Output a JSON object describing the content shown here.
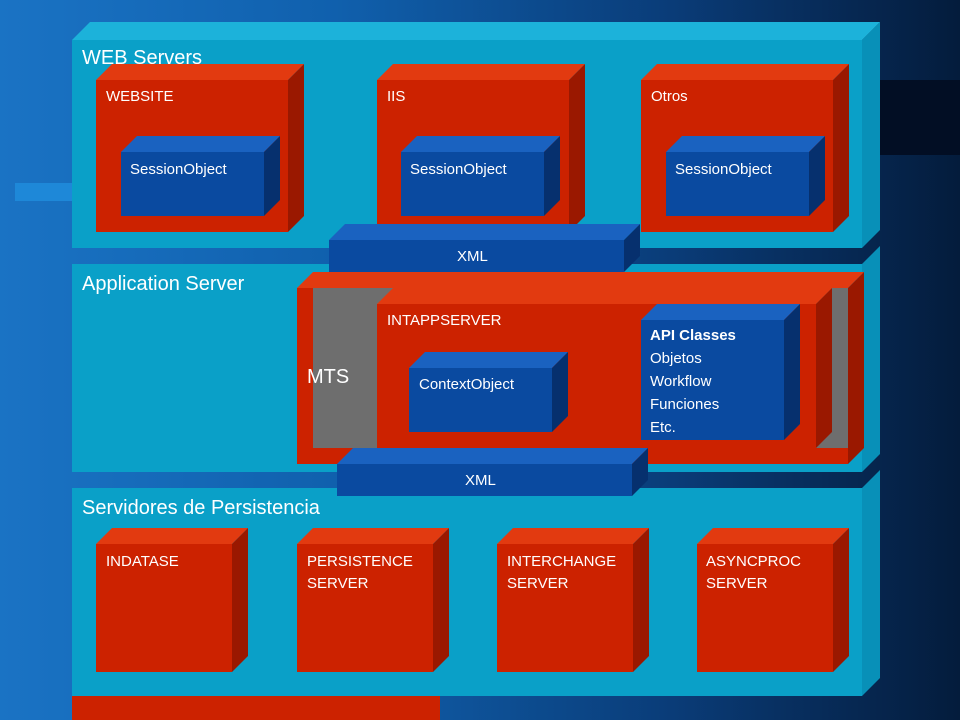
{
  "layers": {
    "web": {
      "title": "WEB Servers",
      "servers": [
        {
          "name": "WEBSITE",
          "session": "SessionObject"
        },
        {
          "name": "IIS",
          "session": "SessionObject"
        },
        {
          "name": "Otros",
          "session": "SessionObject"
        }
      ]
    },
    "xml_top": "XML",
    "app": {
      "title": "Application Server",
      "mts": "MTS",
      "intappserver": "INTAPPSERVER",
      "context": "ContextObject",
      "api": {
        "heading": "API Classes",
        "items": [
          "Objetos",
          "Workflow",
          "Funciones",
          "Etc."
        ]
      }
    },
    "xml_bottom": "XML",
    "persistence": {
      "title": "Servidores de Persistencia",
      "servers": [
        {
          "line1": "INDATASE",
          "line2": ""
        },
        {
          "line1": "PERSISTENCE",
          "line2": "SERVER"
        },
        {
          "line1": "INTERCHANGE",
          "line2": "SERVER"
        },
        {
          "line1": "ASYNCPROC",
          "line2": "SERVER"
        }
      ]
    }
  },
  "colors": {
    "panel": "#0aa0c8",
    "red_box": "#cc2200",
    "blue_box": "#0a4aa0",
    "gray_box": "#6e6e6e"
  }
}
